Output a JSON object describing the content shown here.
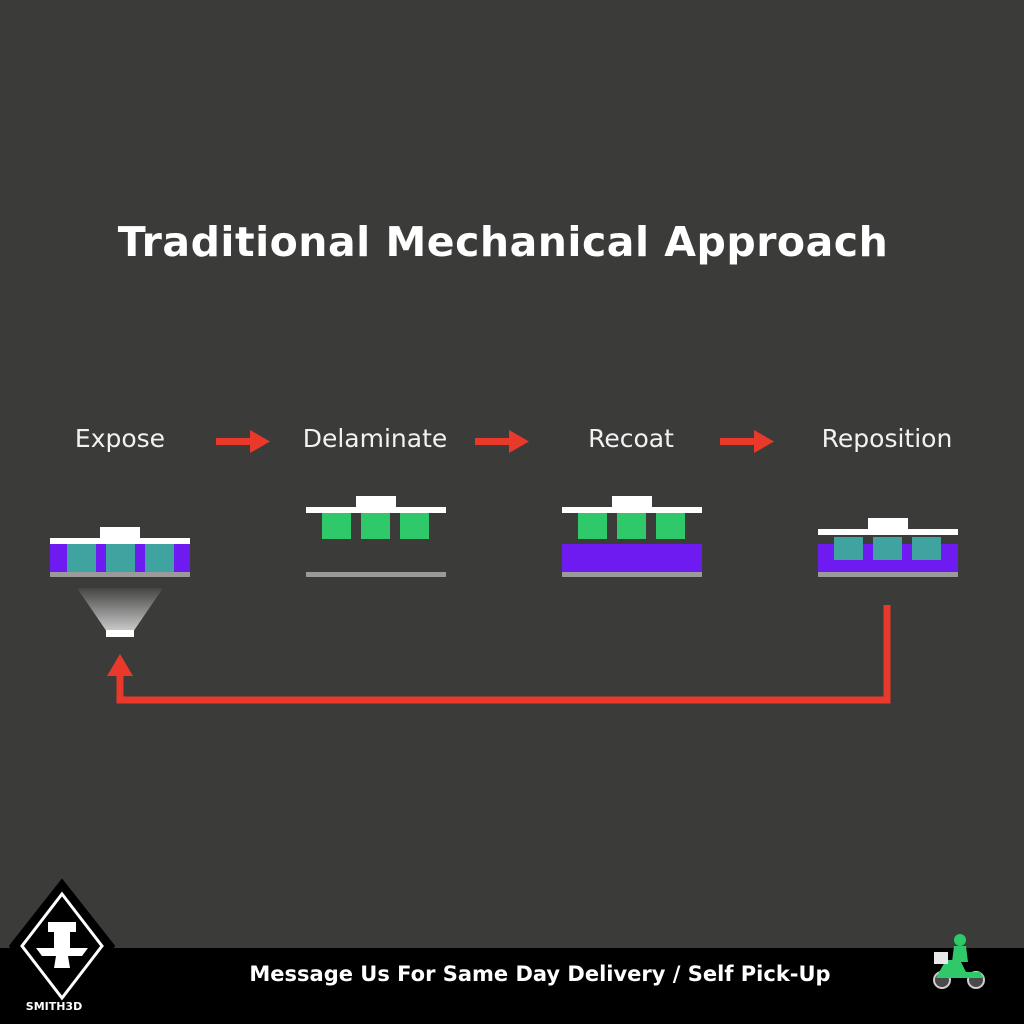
{
  "title": "Traditional Mechanical Approach",
  "steps": [
    {
      "label": "Expose"
    },
    {
      "label": "Delaminate"
    },
    {
      "label": "Recoat"
    },
    {
      "label": "Reposition"
    }
  ],
  "footer": {
    "message": "Message Us For Same Day Delivery / Self Pick-Up",
    "logo_text": "SMITH3D"
  },
  "colors": {
    "background": "#3b3b3a",
    "arrow": "#e8392b",
    "resin": "#6d1bf0",
    "part": "#2fc96a",
    "part_in_resin": "#3fa3a0",
    "platform": "#ffffff",
    "film": "#9a9a9a"
  },
  "icons": [
    "anvil-logo-icon",
    "scooter-delivery-icon"
  ]
}
